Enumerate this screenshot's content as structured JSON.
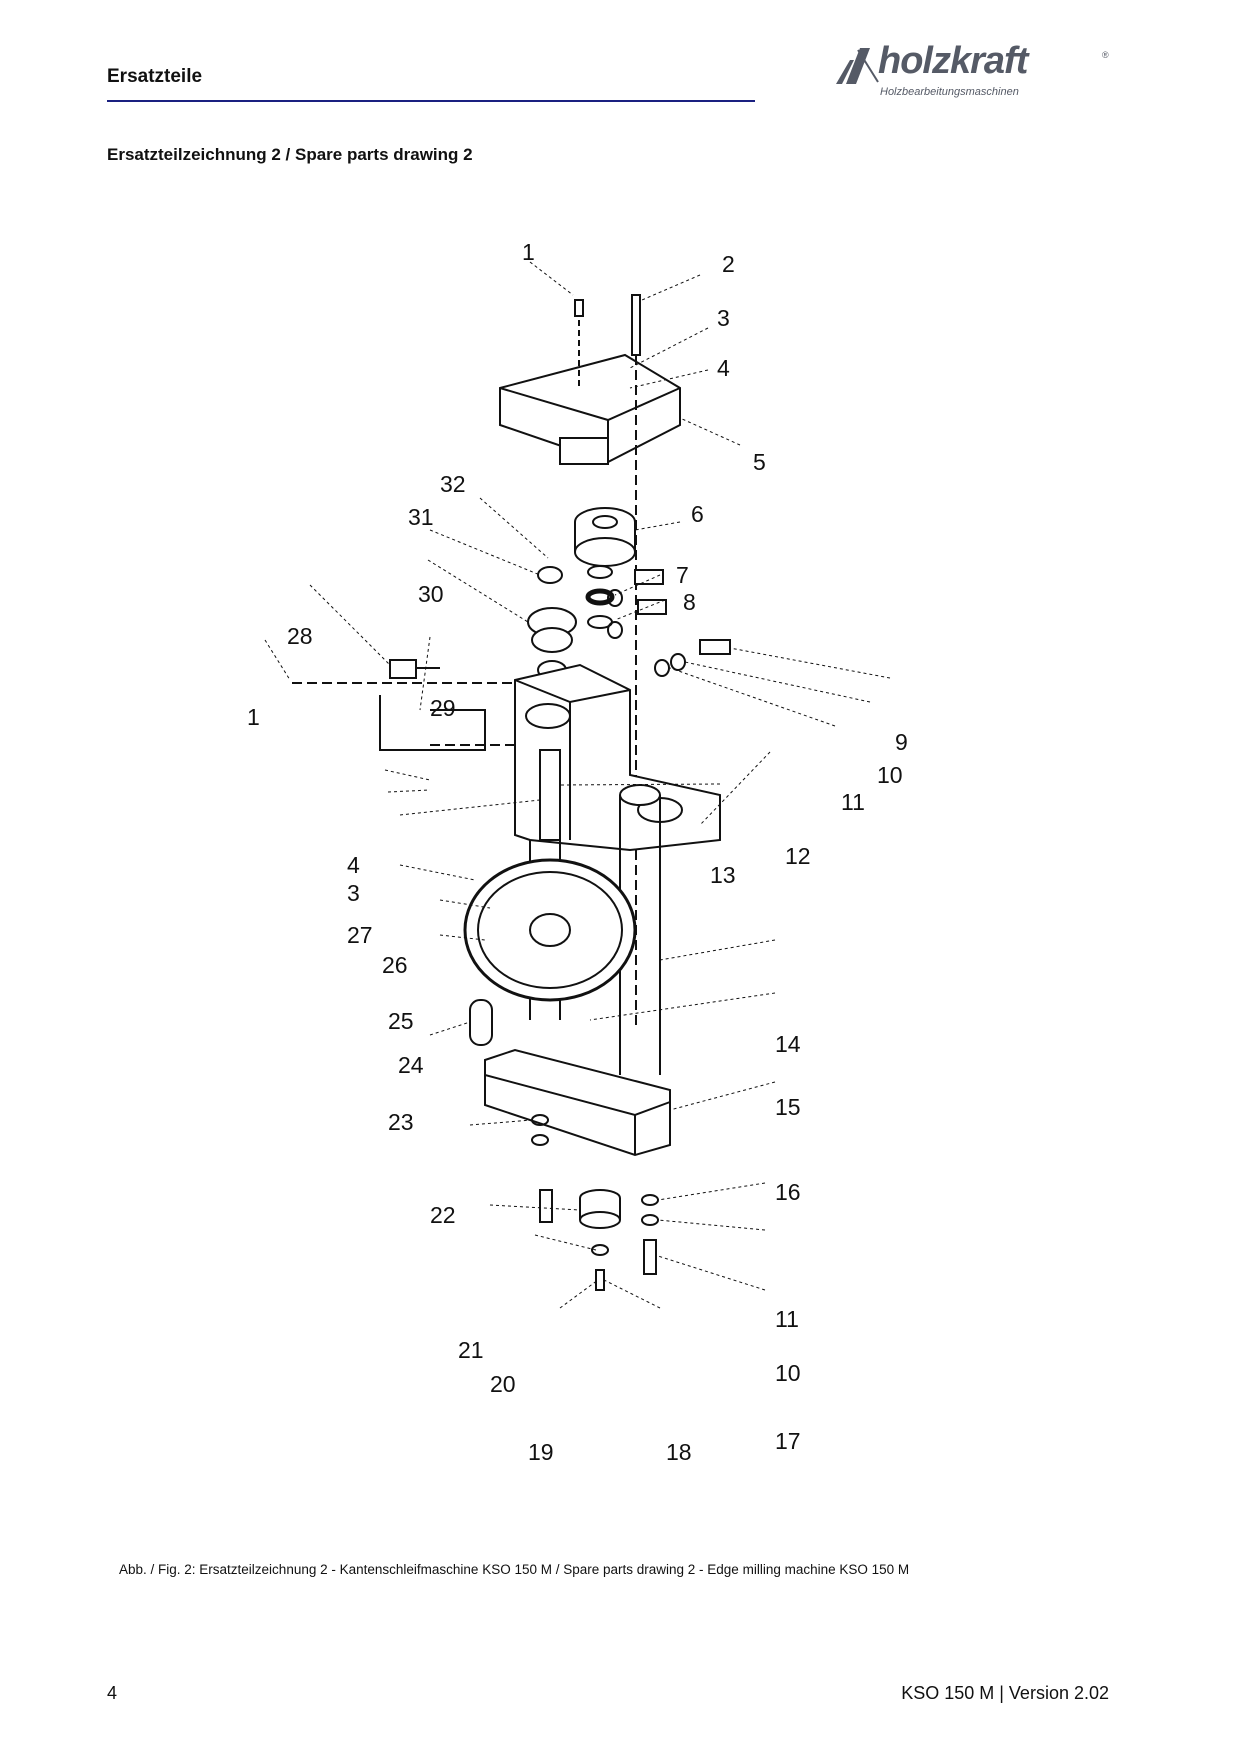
{
  "header": {
    "title": "Ersatzteile",
    "logo_text": "holzkraft",
    "logo_registered": "®",
    "logo_subtitle": "Holzbearbeitungsmaschinen",
    "rule_color": "#1a2080"
  },
  "section_title": "Ersatzteilzeichnung 2 / Spare parts drawing 2",
  "drawing": {
    "callouts": [
      "1",
      "2",
      "3",
      "4",
      "5",
      "6",
      "7",
      "8",
      "9",
      "10",
      "11",
      "12",
      "13",
      "14",
      "15",
      "16",
      "11",
      "10",
      "17",
      "18",
      "19",
      "20",
      "21",
      "22",
      "23",
      "24",
      "25",
      "26",
      "27",
      "3",
      "4",
      "1",
      "28",
      "29",
      "30",
      "31",
      "32"
    ]
  },
  "caption": "Abb. / Fig. 2: Ersatzteilzeichnung 2 - Kantenschleifmaschine KSO 150 M / Spare parts drawing 2 - Edge milling machine KSO 150 M",
  "footer": {
    "page_number": "4",
    "version": "KSO 150 M | Version 2.02"
  }
}
